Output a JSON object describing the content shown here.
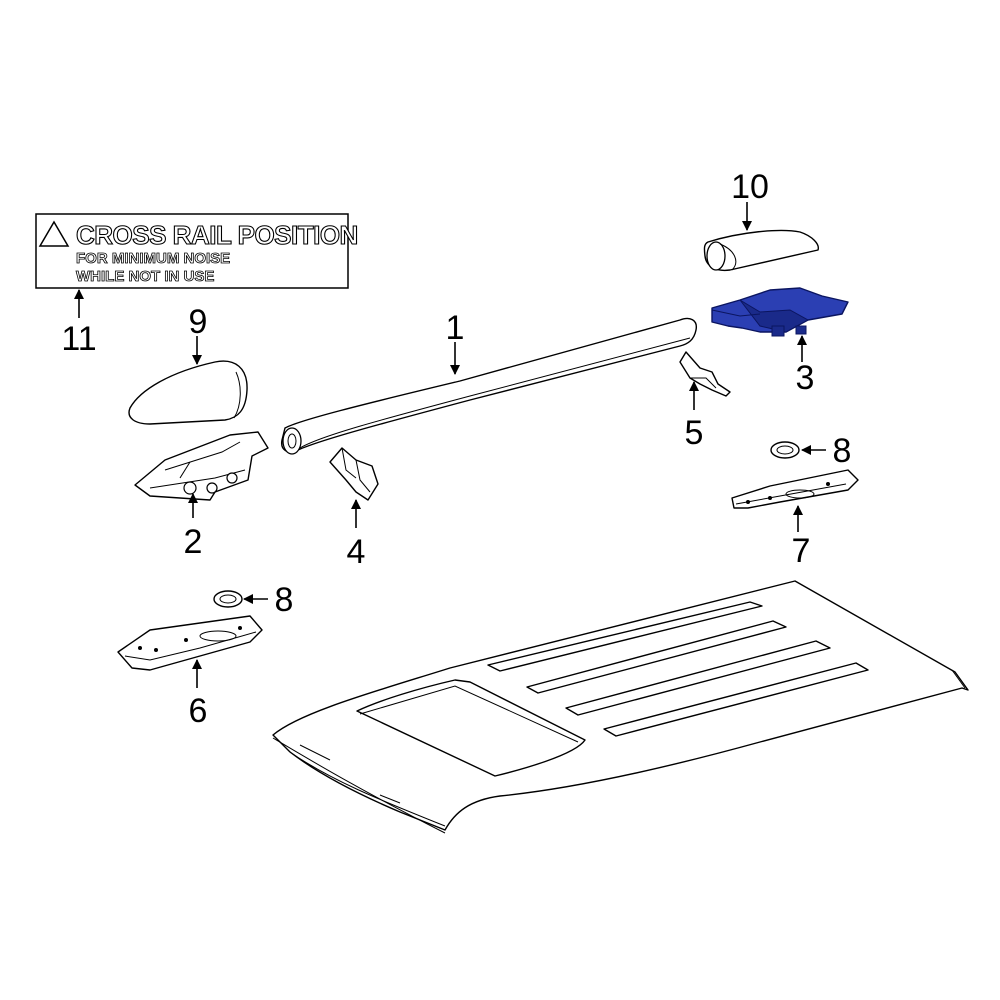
{
  "diagram": {
    "warning_label": {
      "line1": "CROSS RAIL POSITION",
      "line2": "FOR MINIMUM NOISE",
      "line3": "WHILE NOT IN USE"
    },
    "callouts": [
      {
        "id": "c1",
        "text": "1"
      },
      {
        "id": "c2",
        "text": "2"
      },
      {
        "id": "c3",
        "text": "3"
      },
      {
        "id": "c4",
        "text": "4"
      },
      {
        "id": "c5",
        "text": "5"
      },
      {
        "id": "c6",
        "text": "6"
      },
      {
        "id": "c7",
        "text": "7"
      },
      {
        "id": "c8a",
        "text": "8"
      },
      {
        "id": "c8b",
        "text": "8"
      },
      {
        "id": "c9",
        "text": "9"
      },
      {
        "id": "c10",
        "text": "10"
      },
      {
        "id": "c11",
        "text": "11"
      }
    ],
    "colors": {
      "highlight": "#2b3fb3",
      "line": "#000000",
      "background": "#ffffff"
    }
  }
}
